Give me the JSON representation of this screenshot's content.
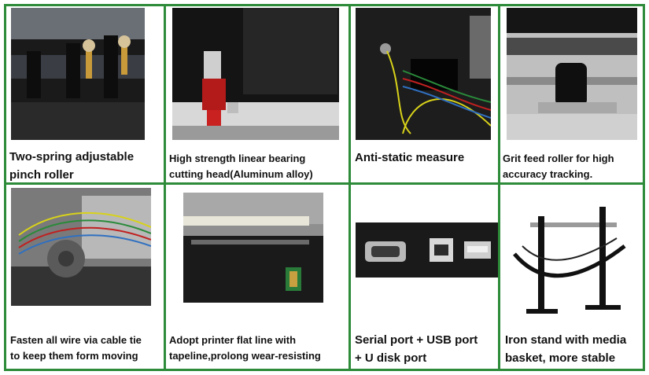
{
  "panels": [
    {
      "lines": [
        "Two-spring adjustable",
        "pinch roller"
      ],
      "photo": "pinch-roller-photo"
    },
    {
      "lines": [
        "High strength linear bearing",
        "cutting head(Aluminum alloy)"
      ],
      "photo": "cutting-head-photo"
    },
    {
      "lines": [
        "Anti-static measure"
      ],
      "photo": "anti-static-photo"
    },
    {
      "lines": [
        "Grit feed roller for high",
        "accuracy tracking."
      ],
      "photo": "grit-roller-photo"
    },
    {
      "lines": [
        "Fasten all wire via cable tie",
        "to keep them form moving"
      ],
      "photo": "cable-tie-photo"
    },
    {
      "lines": [
        "Adopt printer flat line with",
        "tapeline,prolong wear-resisting"
      ],
      "photo": "flat-line-photo"
    },
    {
      "lines": [
        "Serial port + USB port",
        "+ U disk port"
      ],
      "photo": "ports-photo"
    },
    {
      "lines": [
        "Iron stand with media",
        "basket, more stable"
      ],
      "photo": "stand-photo"
    }
  ],
  "colors": {
    "border": "#2e8b3a",
    "caption": "#111111"
  }
}
